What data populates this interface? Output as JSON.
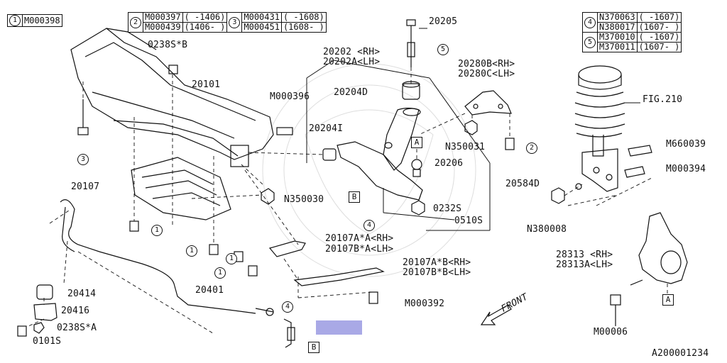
{
  "ref_tables": {
    "t1": {
      "num": "1",
      "part": "M000398"
    },
    "t2": {
      "num": "2",
      "rows": [
        {
          "part": "M000397",
          "range": "( -1406)"
        },
        {
          "part": "M000439",
          "range": "(1406- )"
        }
      ]
    },
    "t3": {
      "num": "3",
      "rows": [
        {
          "part": "M000431",
          "range": "( -1608)"
        },
        {
          "part": "M000451",
          "range": "(1608- )"
        }
      ]
    },
    "t4": {
      "num": "4",
      "rows": [
        {
          "part": "N370063",
          "range": "( -1607)"
        },
        {
          "part": "N380017",
          "range": "(1607- )"
        }
      ]
    },
    "t5": {
      "num": "5",
      "rows": [
        {
          "part": "M370010",
          "range": "( -1607)"
        },
        {
          "part": "M370011",
          "range": "(1607- )"
        }
      ]
    }
  },
  "labels": {
    "l_0238sb": "0238S*B",
    "l_20101": "20101",
    "l_m000396": "M000396",
    "l_20107": "20107",
    "l_20204i": "20204I",
    "l_n350030": "N350030",
    "l_20202rh": "20202 <RH>",
    "l_20202alh": "20202A<LH>",
    "l_20205": "20205",
    "l_20204d": "20204D",
    "l_20206": "20206",
    "l_0232s": "0232S",
    "l_0510s": "0510S",
    "l_20280b": "20280B<RH>",
    "l_20280c": "20280C<LH>",
    "l_n350031": "N350031",
    "l_fig210": "FIG.210",
    "l_m660039": "M660039",
    "l_m000394": "M000394",
    "l_20584d": "20584D",
    "l_n380008": "N380008",
    "l_28313": "28313 <RH>",
    "l_28313a": "28313A<LH>",
    "l_m00006": "M00006",
    "l_20107aa_rh": "20107A*A<RH>",
    "l_20107ba_lh": "20107B*A<LH>",
    "l_20107ab_rh": "20107A*B<RH>",
    "l_20107bb_lh": "20107B*B<LH>",
    "l_m000392": "M000392",
    "l_20414": "20414",
    "l_20416": "20416",
    "l_20401": "20401",
    "l_0238sa": "0238S*A",
    "l_0101s": "0101S",
    "l_front": "FRONT",
    "l_docid": "A200001234"
  },
  "callouts": {
    "c1": "1",
    "c2": "2",
    "c3": "3",
    "c4": "4",
    "c5": "5",
    "A": "A",
    "B": "B"
  }
}
